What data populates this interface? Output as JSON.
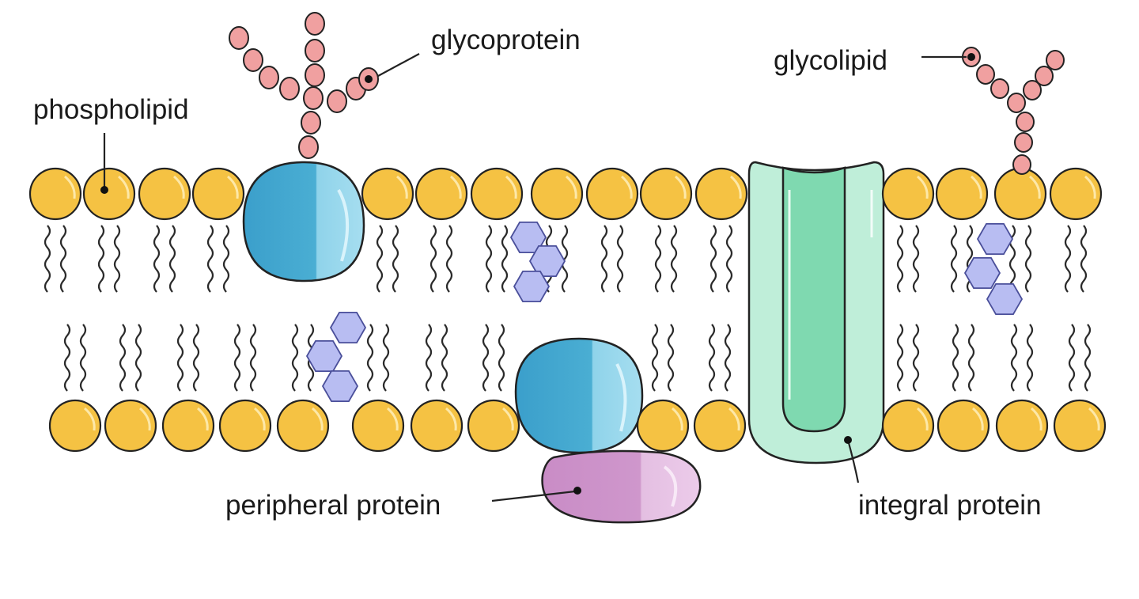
{
  "labels": {
    "glycoprotein": "glycoprotein",
    "phospholipid": "phospholipid",
    "glycolipid": "glycolipid",
    "peripheral_protein": "peripheral protein",
    "integral_protein": "integral protein"
  },
  "colors": {
    "background": "#ffffff",
    "phospholipid_head": "#f5c243",
    "outline": "#222222",
    "globular_protein": "#4aaed3",
    "globular_protein_light": "#8fd3ea",
    "channel_protein_outer": "#bfeed9",
    "channel_protein_inner": "#7fd9b0",
    "peripheral_protein": "#d9a3d6",
    "sugar_bead": "#f0a0a0",
    "cholesterol": "#b8bdf2"
  },
  "icons": {
    "phospholipid": "yellow-circle-with-wavy-tails",
    "cholesterol": "blue-hexagon-rings",
    "sugar_chain": "pink-bead-chain"
  }
}
